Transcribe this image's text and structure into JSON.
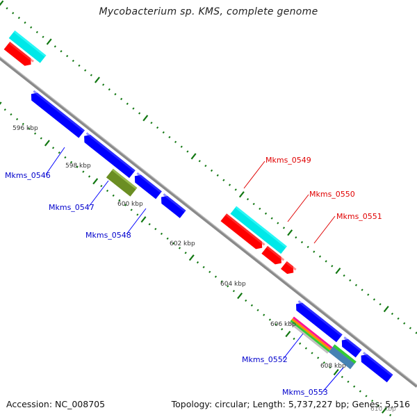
{
  "title": "Mycobacterium sp. KMS, complete genome",
  "footer": {
    "accession": "Accession: NC_008705",
    "summary": "Topology: circular; Length: 5,737,227 bp; Genes: 5,516"
  },
  "colors": {
    "backbone": "#8a8a8a",
    "forward_cds": "#ff0000",
    "reverse_cds": "#0000ff",
    "tick": "#117711",
    "forward_label": "#e00000",
    "reverse_label": "#0000cc"
  },
  "ticks": {
    "kbp_labels": [
      "596 kbp",
      "598 kbp",
      "600 kbp",
      "602 kbp",
      "604 kbp",
      "606 kbp",
      "608 kbp",
      "610 kbp"
    ]
  },
  "features": [
    {
      "name": "",
      "strand": "forward",
      "track": "cds",
      "start_kbp": 593.0,
      "end_kbp": 594.0,
      "color": "#ff0000"
    },
    {
      "name": "",
      "strand": "forward",
      "track": "outer",
      "start_kbp": 592.9,
      "end_kbp": 594.2,
      "color": "#00e8e8"
    },
    {
      "name": "Mkms_0546",
      "strand": "reverse",
      "track": "cds",
      "start_kbp": 594.6,
      "end_kbp": 596.7,
      "color": "#0000ff"
    },
    {
      "name": "",
      "strand": "reverse",
      "track": "cds",
      "start_kbp": 596.8,
      "end_kbp": 598.8,
      "color": "#0000ff"
    },
    {
      "name": "Mkms_0547",
      "strand": "reverse",
      "track": "inner",
      "start_kbp": 598.2,
      "end_kbp": 599.2,
      "color": "#6b8e23"
    },
    {
      "name": "Mkms_0548",
      "strand": "reverse",
      "track": "cds",
      "start_kbp": 598.9,
      "end_kbp": 599.9,
      "color": "#0000ff"
    },
    {
      "name": "",
      "strand": "reverse",
      "track": "cds",
      "start_kbp": 600.0,
      "end_kbp": 600.9,
      "color": "#0000ff"
    },
    {
      "name": "Mkms_0549",
      "strand": "forward",
      "track": "outer",
      "start_kbp": 602.1,
      "end_kbp": 604.2,
      "color": "#00e8e8"
    },
    {
      "name": "Mkms_0550",
      "strand": "forward",
      "track": "cds",
      "start_kbp": 602.0,
      "end_kbp": 603.6,
      "color": "#ff0000"
    },
    {
      "name": "",
      "strand": "forward",
      "track": "cds",
      "start_kbp": 603.7,
      "end_kbp": 604.4,
      "color": "#ff0000"
    },
    {
      "name": "Mkms_0551",
      "strand": "forward",
      "track": "cds",
      "start_kbp": 604.5,
      "end_kbp": 604.9,
      "color": "#ff0000"
    },
    {
      "name": "",
      "strand": "reverse",
      "track": "cds",
      "start_kbp": 605.6,
      "end_kbp": 607.4,
      "color": "#0000ff"
    },
    {
      "name": "",
      "strand": "reverse",
      "track": "cds",
      "start_kbp": 607.5,
      "end_kbp": 608.2,
      "color": "#0000ff"
    },
    {
      "name": "",
      "strand": "reverse",
      "track": "cds",
      "start_kbp": 608.3,
      "end_kbp": 609.5,
      "color": "#0000ff"
    },
    {
      "name": "Mkms_0552",
      "strand": "reverse",
      "track": "inner-stack",
      "start_kbp": 605.8,
      "end_kbp": 607.4,
      "color": "#ff1493"
    },
    {
      "name": "Mkms_0553",
      "strand": "reverse",
      "track": "inner-stack",
      "start_kbp": 607.4,
      "end_kbp": 608.3,
      "color": "#4682b4"
    }
  ],
  "labels": [
    {
      "text": "Mkms_0546",
      "strand": "reverse"
    },
    {
      "text": "Mkms_0547",
      "strand": "reverse"
    },
    {
      "text": "Mkms_0548",
      "strand": "reverse"
    },
    {
      "text": "Mkms_0549",
      "strand": "forward"
    },
    {
      "text": "Mkms_0550",
      "strand": "forward"
    },
    {
      "text": "Mkms_0551",
      "strand": "forward"
    },
    {
      "text": "Mkms_0552",
      "strand": "reverse"
    },
    {
      "text": "Mkms_0553",
      "strand": "reverse"
    }
  ]
}
